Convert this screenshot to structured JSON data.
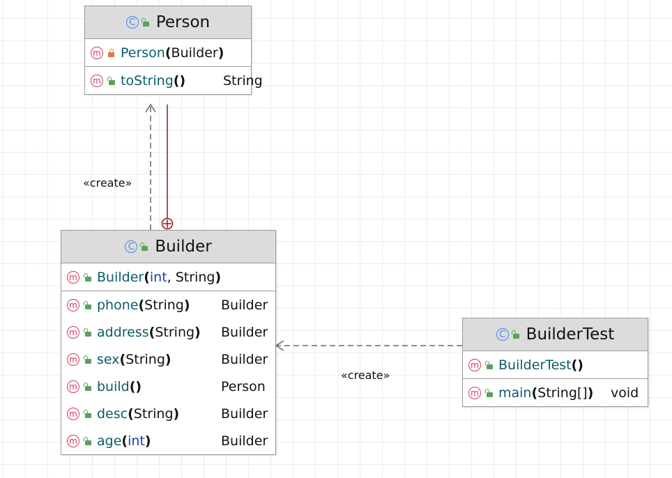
{
  "diagram": {
    "classes": {
      "person": {
        "name": "Person",
        "constructors": [
          {
            "icon": "method-icon",
            "visibility": "private",
            "name": "Person",
            "params": "Builder",
            "return": ""
          }
        ],
        "methods": [
          {
            "icon": "method-icon",
            "visibility": "public",
            "name": "toString",
            "params": "",
            "return": "String"
          }
        ]
      },
      "builder": {
        "name": "Builder",
        "constructors": [
          {
            "icon": "method-icon",
            "visibility": "public",
            "name": "Builder",
            "params_kw": "int",
            "params_rest": ", String",
            "return": ""
          }
        ],
        "methods": [
          {
            "icon": "method-icon",
            "visibility": "public",
            "name": "phone",
            "params": "String",
            "return": "Builder"
          },
          {
            "icon": "method-icon",
            "visibility": "public",
            "name": "address",
            "params": "String",
            "return": "Builder"
          },
          {
            "icon": "method-icon",
            "visibility": "public",
            "name": "sex",
            "params": "String",
            "return": "Builder"
          },
          {
            "icon": "method-icon",
            "visibility": "public",
            "name": "build",
            "params": "",
            "return": "Person"
          },
          {
            "icon": "method-icon",
            "visibility": "public",
            "name": "desc",
            "params": "String",
            "return": "Builder"
          },
          {
            "icon": "method-icon",
            "visibility": "public",
            "name": "age",
            "params_kw": "int",
            "return": "Builder"
          }
        ]
      },
      "builder_test": {
        "name": "BuilderTest",
        "constructors": [
          {
            "icon": "method-icon",
            "visibility": "public",
            "name": "BuilderTest",
            "params": "",
            "return": ""
          }
        ],
        "methods": [
          {
            "icon": "method-icon",
            "visibility": "public",
            "name": "main",
            "params": "String[]",
            "return": "void"
          }
        ]
      }
    },
    "relations": [
      {
        "from": "Builder",
        "to": "Person",
        "kind": "dependency",
        "label": "«create»"
      },
      {
        "from": "Builder",
        "to": "Person",
        "kind": "nested-class",
        "label": ""
      },
      {
        "from": "BuilderTest",
        "to": "Builder",
        "kind": "dependency",
        "label": "«create»"
      }
    ]
  },
  "colors": {
    "class_icon": "#4a87e8",
    "method_icon": "#d0395b",
    "public_lock": "#5aa15a",
    "private_lock": "#e07a3a",
    "method_name": "#0b5c6b",
    "keyword": "#1f3ea5",
    "nested_link": "#8b1a1a",
    "dependency_link": "#666666"
  }
}
